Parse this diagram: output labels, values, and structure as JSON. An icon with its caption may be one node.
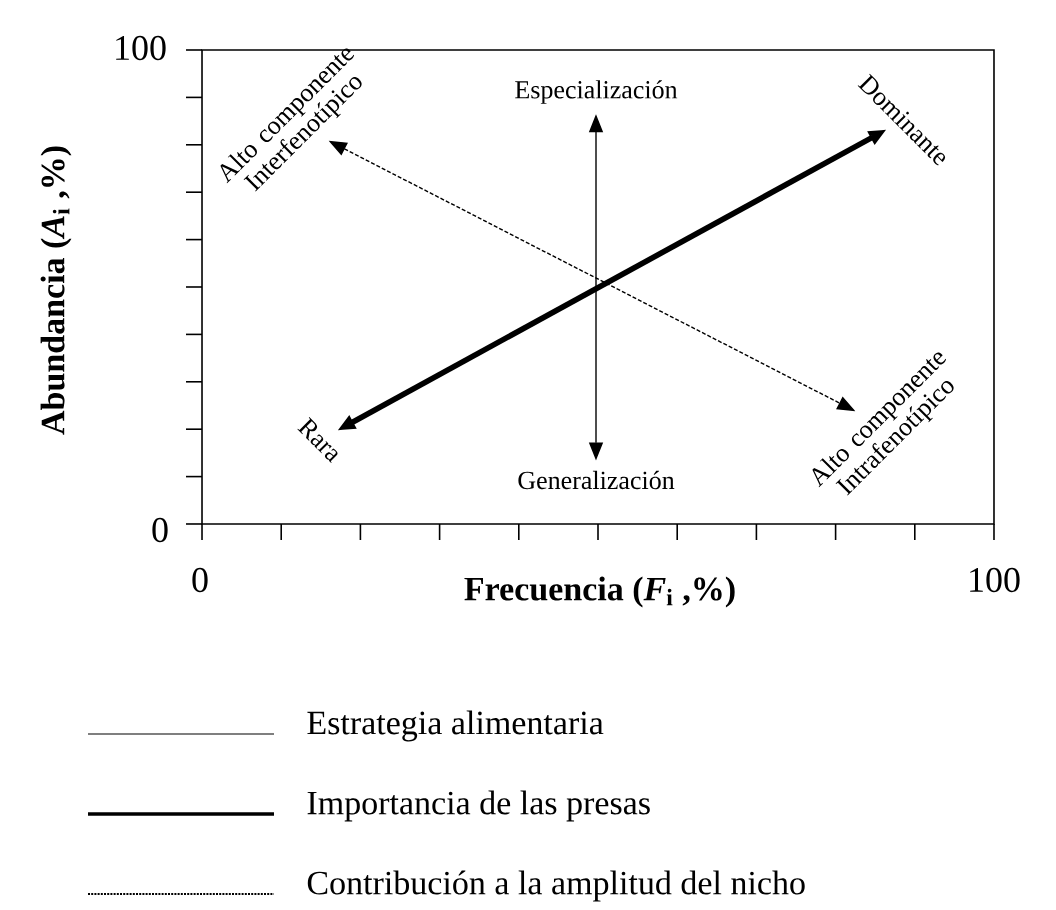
{
  "diagram": {
    "nodes": [
      {
        "text": [
          "Alto componente Interfenotípico"
        ]
      },
      {
        "text": [
          "Especialización"
        ]
      },
      {
        "text": [
          "Dominante"
        ]
      },
      {
        "text": [
          "Rara"
        ]
      },
      {
        "text": [
          "Generalización"
        ]
      },
      {
        "text": [
          "Alto componente Intrafenotípico"
        ]
      }
    ],
    "edges": [
      {
        "from": 3,
        "to": 2,
        "arrow": "both",
        "style": "thick"
      },
      {
        "from": 1,
        "to": 4,
        "arrow": "both"
      },
      {
        "from": 0,
        "to": 5,
        "arrow": "both",
        "style": "dashed"
      }
    ],
    "labels": [
      "100",
      "0",
      "Abundancia (*A*$_{i}$ ,%)",
      "0",
      "Frecuencia (*F*$_{i}$ ,%)",
      "100"
    ],
    "legend": [
      {
        "text": "Estrategia alimentaria"
      },
      {
        "text": "Importancia de las presas"
      },
      {
        "text": "Contribución a la amplitud del nicho"
      }
    ]
  }
}
